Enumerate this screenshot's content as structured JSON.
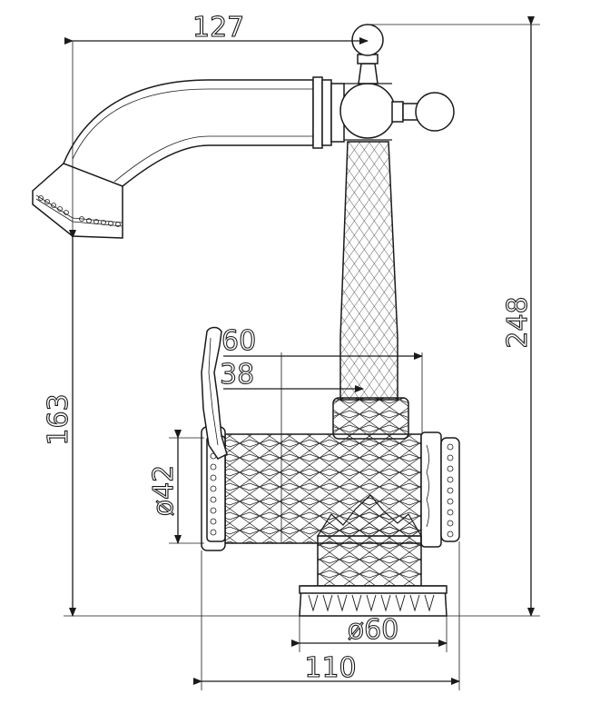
{
  "dimensions": {
    "spout_reach": "127",
    "total_height": "248",
    "spout_height": "163",
    "dim_60": "60",
    "dim_38": "38",
    "body_diameter": "ø42",
    "base_diameter": "ø60",
    "body_length": "110"
  },
  "colors": {
    "line": "#1a1a1a",
    "background": "#ffffff"
  }
}
